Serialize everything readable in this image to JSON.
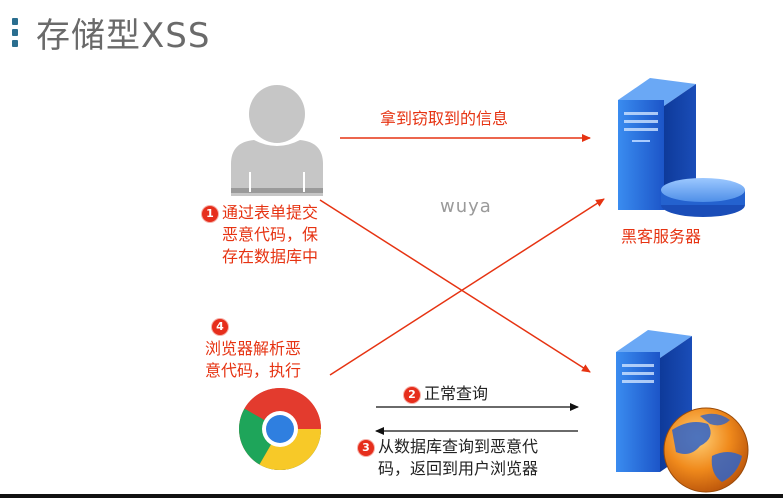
{
  "title": "存储型XSS",
  "watermark": "wuya",
  "steps": {
    "step1": {
      "badge": "1",
      "lines": [
        "通过表单提交",
        "恶意代码，保",
        "存在数据库中"
      ]
    },
    "step2": {
      "badge": "2",
      "label": "正常查询"
    },
    "step3": {
      "badge": "3",
      "lines": [
        "从数据库查询到恶意代",
        "码，返回到用户浏览器"
      ]
    },
    "step4": {
      "badge": "4",
      "lines": [
        "浏览器解析恶",
        "意代码，执行"
      ]
    }
  },
  "steal_label": "拿到窃取到的信息",
  "hacker_server_label": "黑客服务器",
  "colors": {
    "accent_red": "#e63312",
    "server_blue": "#1e5fd0",
    "title_gray": "#6a6a6a"
  },
  "icons": [
    "user-icon",
    "hacker-server-icon",
    "web-server-icon",
    "chrome-browser-icon",
    "globe-icon"
  ]
}
